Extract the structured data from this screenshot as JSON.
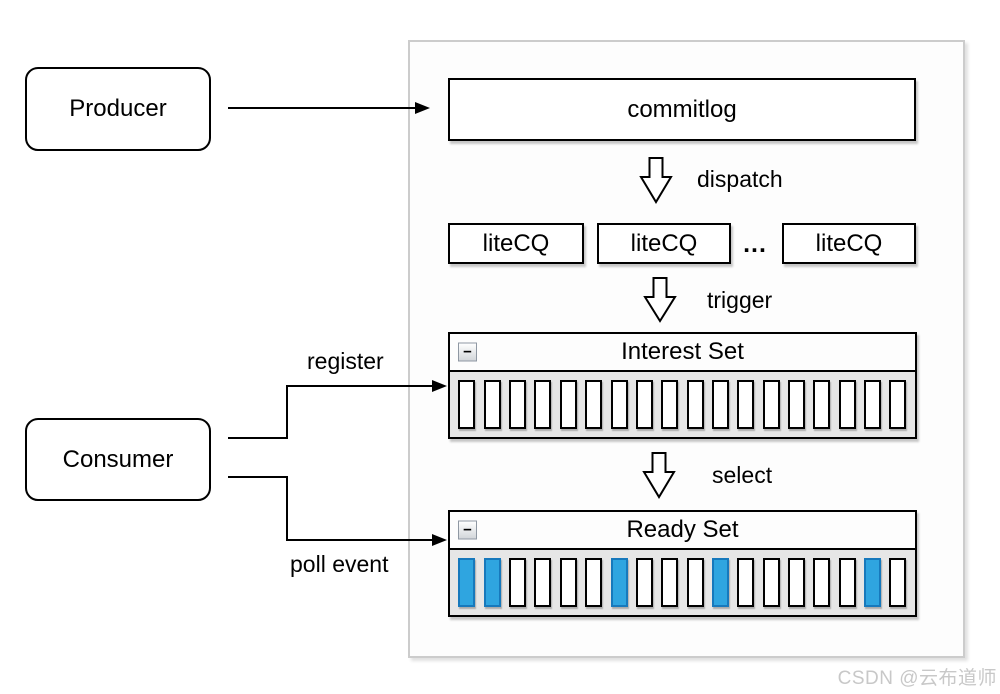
{
  "diagram": {
    "producer": {
      "label": "Producer"
    },
    "consumer": {
      "label": "Consumer"
    },
    "broker": {
      "commitlog_label": "commitlog",
      "litecq_labels": [
        "liteCQ",
        "liteCQ",
        "liteCQ"
      ],
      "litecq_ellipsis": "...",
      "interest_set": {
        "title": "Interest Set",
        "collapse_icon": "−",
        "slot_count": 18,
        "highlighted_slots": []
      },
      "ready_set": {
        "title": "Ready Set",
        "collapse_icon": "−",
        "slot_count": 18,
        "highlighted_slots": [
          0,
          1,
          6,
          10,
          16
        ]
      }
    },
    "flow_labels": {
      "dispatch": "dispatch",
      "trigger": "trigger",
      "select": "select"
    },
    "edge_labels": {
      "register": "register",
      "poll_event": "poll event"
    },
    "colors": {
      "highlight_fill": "#2fa5e0",
      "highlight_border": "#1779bc",
      "slot_area_bg": "#e6e6e6",
      "panel_border": "#cccccc",
      "watermark": "#c8c8c8"
    }
  },
  "watermark": {
    "text": "CSDN @云布道师"
  }
}
